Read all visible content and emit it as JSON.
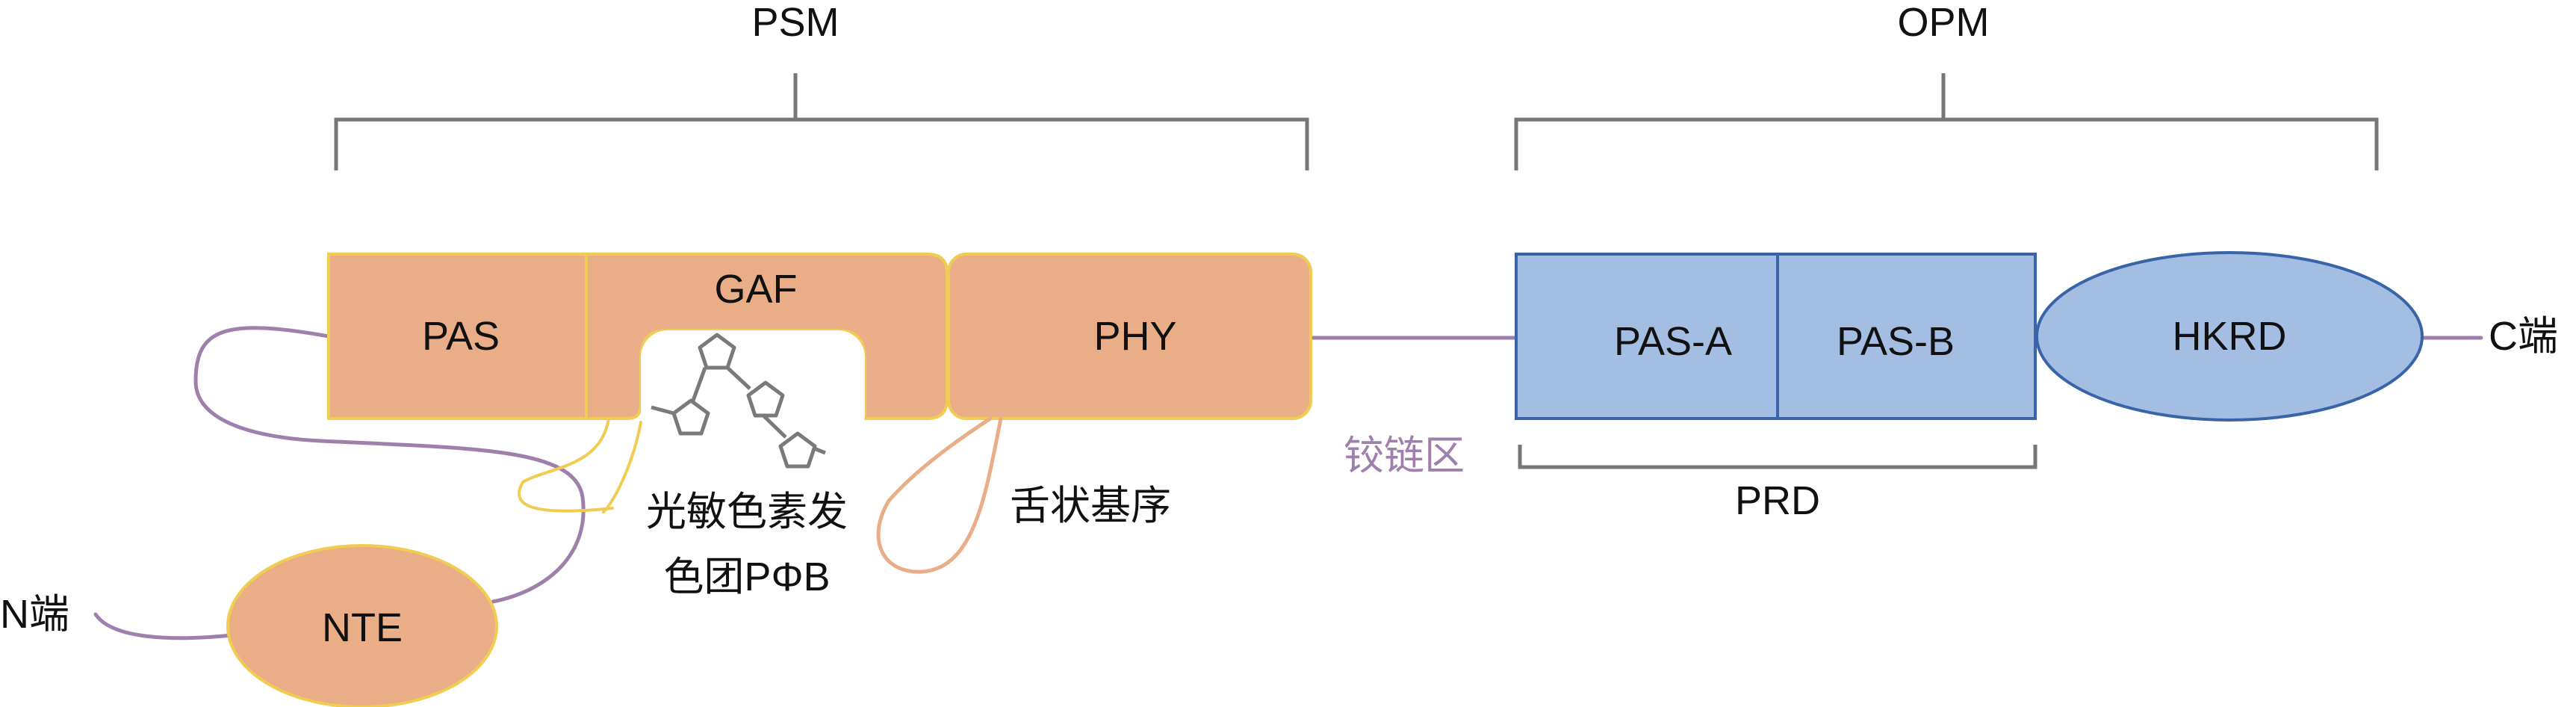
{
  "colors": {
    "orange_fill": "#e9ae87",
    "orange_stroke": "#f1cc52",
    "blue_fill": "#a4bde3",
    "blue_stroke": "#3a64a8",
    "linker": "#9f80ad",
    "bracket": "#777777",
    "chromophore": "#7a7a7a",
    "tongue": "#e9ae87",
    "text": "#111111"
  },
  "brackets": {
    "psm": "PSM",
    "opm": "OPM",
    "prd": "PRD"
  },
  "domains": {
    "pas": "PAS",
    "gaf": "GAF",
    "phy": "PHY",
    "pas_a": "PAS-A",
    "pas_b": "PAS-B",
    "hkrd": "HKRD",
    "nte": "NTE"
  },
  "termini": {
    "n": "N端",
    "c": "C端"
  },
  "annotations": {
    "hinge": "铰链区",
    "chromophore_line1": "光敏色素发",
    "chromophore_line2": "色团PΦB",
    "tongue": "舌状基序"
  }
}
